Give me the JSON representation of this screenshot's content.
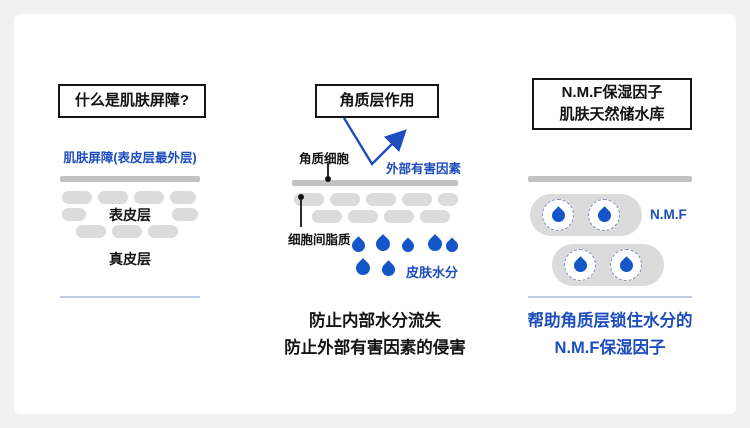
{
  "left_panel": {
    "title": "什么是肌肤屏障?",
    "barrier_label": "肌肤屏障(表皮层最外层)",
    "epidermis_label": "表皮层",
    "dermis_label": "真皮层"
  },
  "middle_panel": {
    "title": "角质层作用",
    "corneocyte_label": "角质细胞",
    "harmful_factor_label": "外部有害因素",
    "lipid_label": "细胞间脂质",
    "moisture_label": "皮肤水分",
    "caption_line1": "防止内部水分流失",
    "caption_line2": "防止外部有害因素的侵害"
  },
  "right_panel": {
    "title_line1": "N.M.F保湿因子",
    "title_line2": "肌肤天然储水库",
    "nmf_label": "N.M.F",
    "caption_line1": "帮助角质层锁住水分的",
    "caption_line2": "N.M.F保湿因子"
  },
  "colors": {
    "accent_blue": "#1d4dbc",
    "droplet_blue": "#1456c8",
    "bar_gray": "#c2c2c2",
    "cell_gray": "#dbdbdb",
    "page_background": "#f1f1f1",
    "card_background": "#ffffff",
    "underline_blue": "#bfcde3",
    "title_border": "#151515"
  }
}
